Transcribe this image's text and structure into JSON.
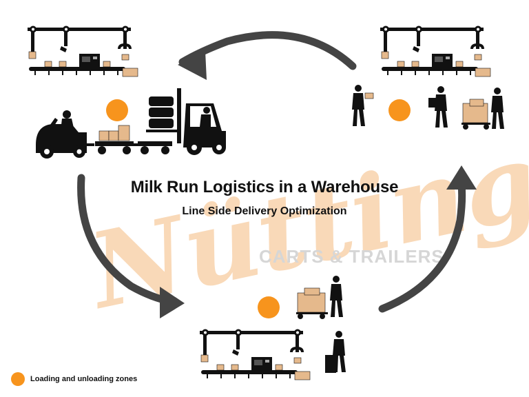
{
  "diagram": {
    "title": "Milk Run Logistics in a Warehouse",
    "subtitle": "Line Side Delivery Optimization"
  },
  "watermark": {
    "brand": "Nütting",
    "tagline": "CARTS & TRAILERS"
  },
  "legend": {
    "label": "Loading and unloading zones",
    "color": "#f7941d"
  },
  "colors": {
    "silhouette": "#111111",
    "arrow": "#444444",
    "box": "#e5b98c",
    "zone": "#f7941d"
  },
  "icons": [
    "assembly-line-icon",
    "tugger-train-icon",
    "forklift-icon",
    "worker-icon",
    "hand-truck-icon",
    "cycle-arrow-icon"
  ]
}
